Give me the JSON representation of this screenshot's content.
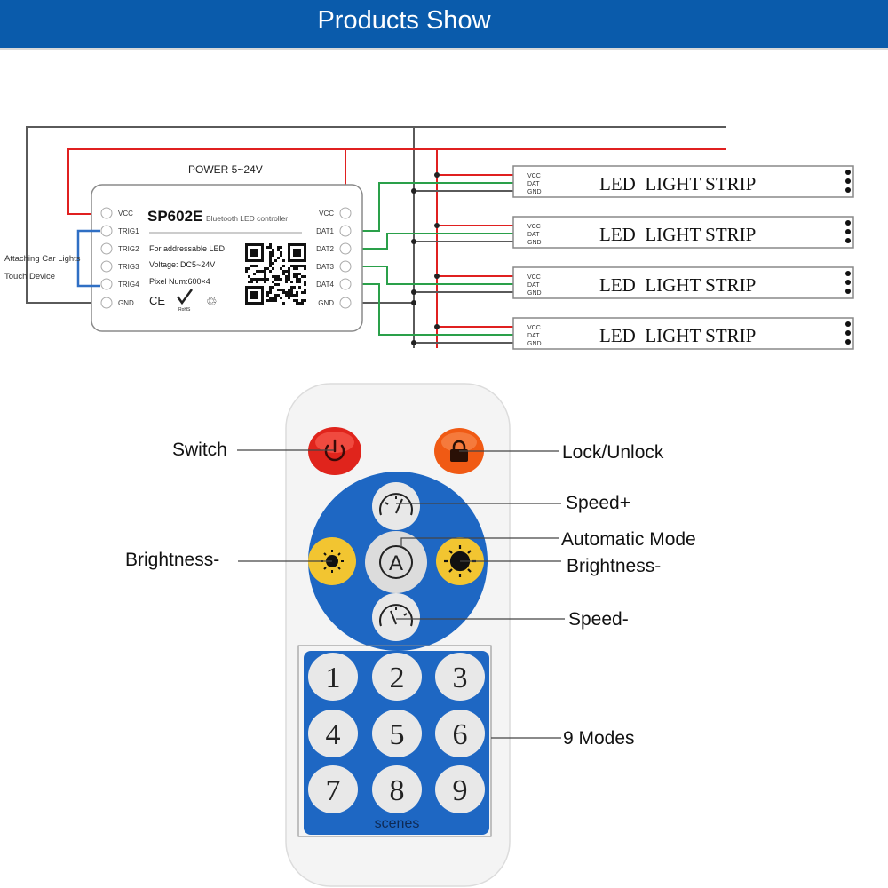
{
  "header": {
    "title": "Products Show"
  },
  "wiring": {
    "power_label": "POWER 5~24V",
    "controller": {
      "model": "SP602E",
      "subtitle": "Bluetooth LED controller",
      "spec_lines": [
        "For addressable LED",
        "Voltage: DC5~24V",
        "Pixel Num:600×4"
      ],
      "left_pins": [
        "VCC",
        "TRIG1",
        "TRIG2",
        "TRIG3",
        "TRIG4",
        "GND"
      ],
      "right_pins": [
        "VCC",
        "DAT1",
        "DAT2",
        "DAT3",
        "DAT4",
        "GND"
      ],
      "cert_marks": [
        "CE",
        "RoHS",
        "♲"
      ]
    },
    "trigger_note": [
      "Attaching Car Lights",
      "Touch Device"
    ],
    "strips": [
      {
        "label": "LED  LIGHT STRIP",
        "pins": [
          "VCC",
          "DAT",
          "GND"
        ]
      },
      {
        "label": "LED  LIGHT STRIP",
        "pins": [
          "VCC",
          "DAT",
          "GND"
        ]
      },
      {
        "label": "LED  LIGHT STRIP",
        "pins": [
          "VCC",
          "DAT",
          "GND"
        ]
      },
      {
        "label": "LED  LIGHT STRIP",
        "pins": [
          "VCC",
          "DAT",
          "GND"
        ]
      }
    ],
    "colors": {
      "vcc_wire": "#e02020",
      "dat_wire": "#2aa04a",
      "gnd_wire": "#555555",
      "trig_bracket": "#2f6fc4"
    }
  },
  "remote": {
    "callouts": {
      "switch": "Switch",
      "lock": "Lock/Unlock",
      "speed_up": "Speed+",
      "auto_mode": "Automatic Mode",
      "brightness_left": "Brightness-",
      "brightness_right": "Brightness-",
      "speed_down": "Speed-",
      "modes": "9 Modes"
    },
    "keypad": [
      "1",
      "2",
      "3",
      "4",
      "5",
      "6",
      "7",
      "8",
      "9"
    ],
    "keypad_caption": "scenes",
    "auto_glyph": "A",
    "colors": {
      "body": "#f4f4f4",
      "power": "#e0241c",
      "lock": "#f05a14",
      "dial": "#1e67c3",
      "brightness": "#f2c531",
      "key": "#e8e8e8"
    }
  }
}
